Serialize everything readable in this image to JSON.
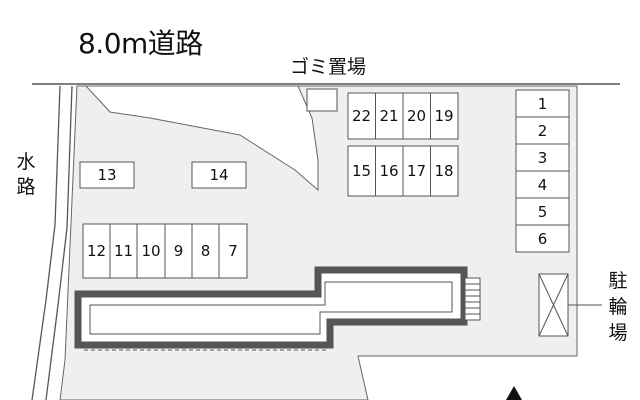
{
  "labels": {
    "road": "8.0m道路",
    "garbage": "ゴミ置場",
    "waterway": "水\n路",
    "bike_parking": "駐\n輪\n場"
  },
  "parking": {
    "top_row": [
      "22",
      "21",
      "20",
      "19"
    ],
    "middle_row": [
      "15",
      "16",
      "17",
      "18"
    ],
    "left_row": [
      "12",
      "11",
      "10",
      "9",
      "8",
      "7"
    ],
    "right_column": [
      "1",
      "2",
      "3",
      "4",
      "5",
      "6"
    ],
    "single_left": "13",
    "single_center": "14"
  },
  "colors": {
    "ground": "#efefef",
    "outline": "#555555",
    "building_wall": "#555555",
    "building_inner": "#ffffff"
  }
}
